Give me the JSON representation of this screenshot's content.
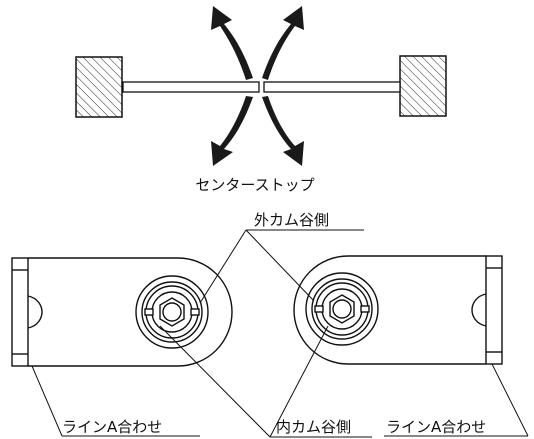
{
  "labels": {
    "center_stop": "センターストップ",
    "outer_cam_side": "外カム谷側",
    "inner_cam_side": "内カム谷側",
    "line_a_left": "ラインA合わせ",
    "line_a_right": "ラインA合わせ"
  },
  "colors": {
    "stroke": "#111111",
    "hatch": "#222222",
    "arrow": "#1a1a1a",
    "background": "#ffffff"
  }
}
